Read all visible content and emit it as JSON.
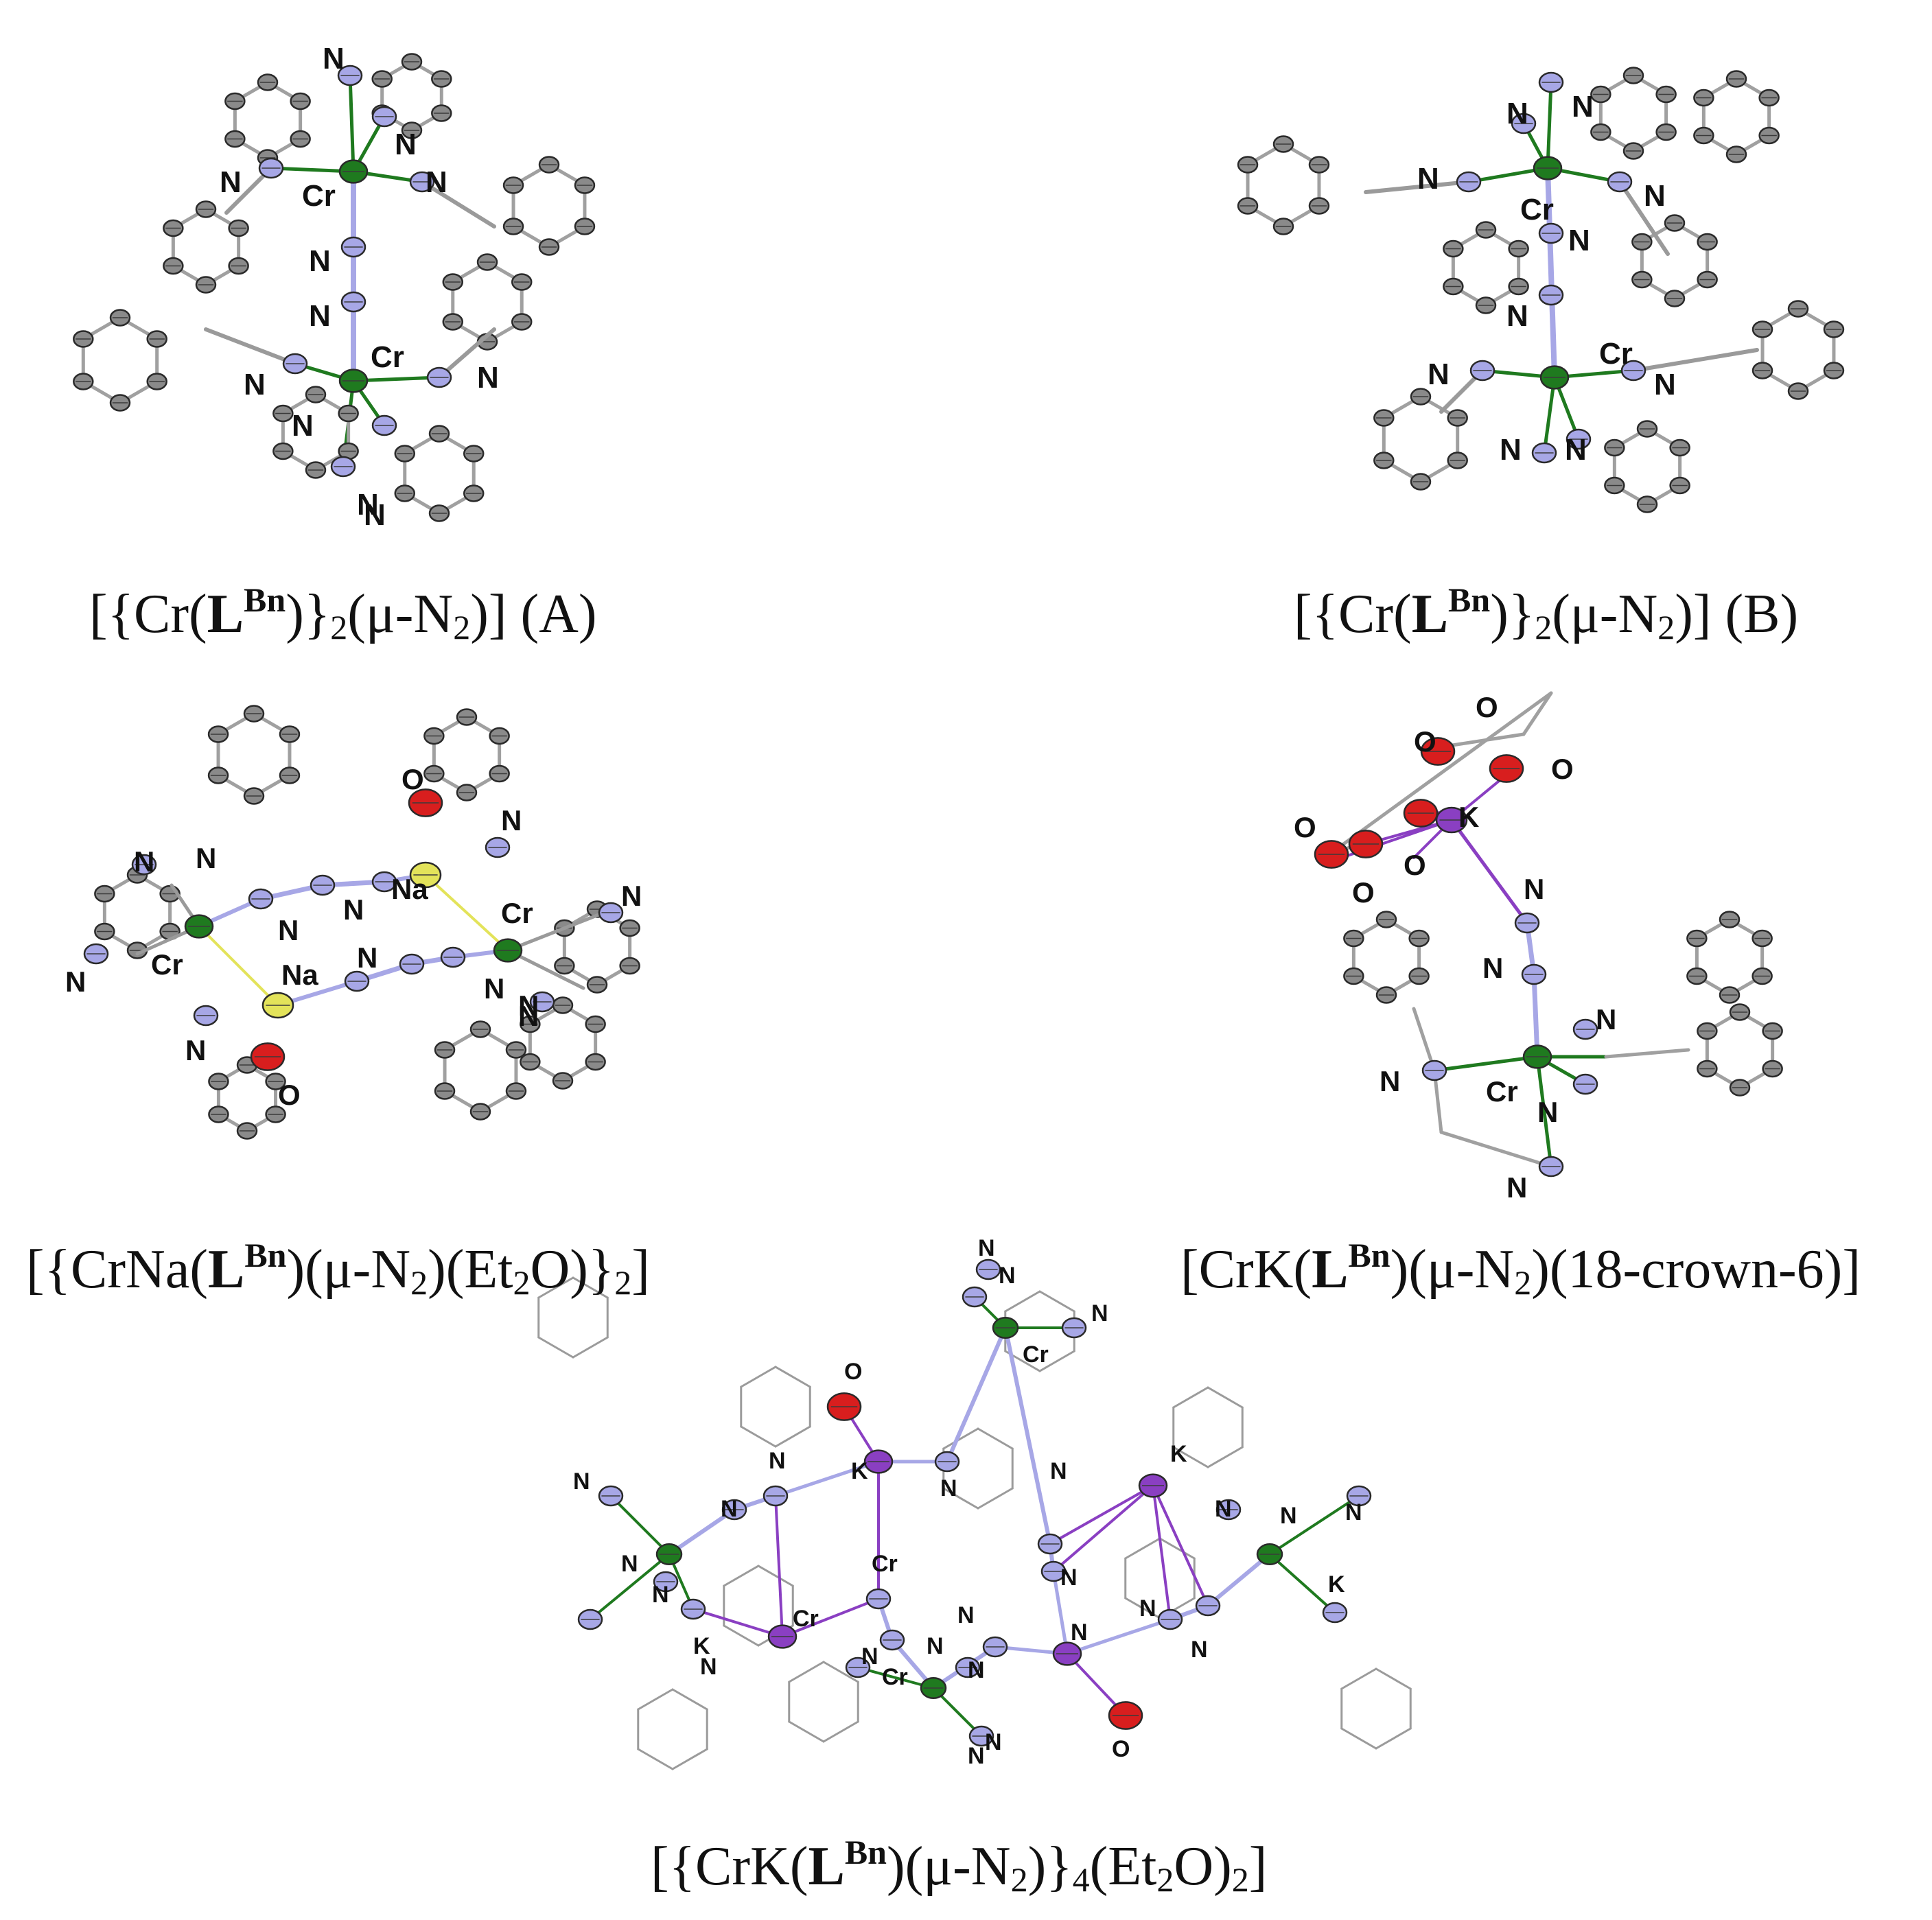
{
  "colors": {
    "carbon": "#8a8a8a",
    "nitrogen": "#a7a7e6",
    "chromium": "#1f7a1f",
    "sodium": "#e3e35a",
    "potassium": "#8a3fc2",
    "oxygen": "#d81e1e",
    "wire": "#9b9b9b"
  },
  "panels": [
    {
      "id": "A",
      "caption": {
        "prefix": "[{Cr(",
        "ligand": "L",
        "ligand_sup": "Bn",
        "middle": ")}",
        "sub1": "2",
        "rest1": "(μ-N",
        "sub2": "2",
        "rest2": ")] (A)"
      },
      "labels": [
        "N",
        "N",
        "N",
        "Cr",
        "N",
        "N",
        "N",
        "Cr",
        "N",
        "N",
        "N",
        "N",
        "N"
      ]
    },
    {
      "id": "B",
      "caption": {
        "prefix": "[{Cr(",
        "ligand": "L",
        "ligand_sup": "Bn",
        "middle": ")}",
        "sub1": "2",
        "rest1": "(μ-N",
        "sub2": "2",
        "rest2": ")] (B)"
      },
      "labels": [
        "N",
        "N",
        "N",
        "N",
        "Cr",
        "N",
        "N",
        "Cr",
        "N",
        "N",
        "N",
        "N"
      ]
    },
    {
      "id": "C",
      "caption": {
        "prefix": "[{CrNa(",
        "ligand": "L",
        "ligand_sup": "Bn",
        "middle": ")(μ-N",
        "sub1": "2",
        "rest1": ")(Et",
        "sub2": "2",
        "rest2": "O)}",
        "sub3": "2",
        "rest3": "]"
      },
      "labels": [
        "O",
        "N",
        "N",
        "Na",
        "N",
        "N",
        "Cr",
        "N",
        "N",
        "N",
        "Cr",
        "N",
        "Na",
        "N",
        "N",
        "N",
        "N",
        "O"
      ]
    },
    {
      "id": "D",
      "caption": {
        "prefix": "[CrK(",
        "ligand": "L",
        "ligand_sup": "Bn",
        "middle": ")(μ-N",
        "sub1": "2",
        "rest1": ")(18-crown-6)]",
        "sub2": "",
        "rest2": ""
      },
      "labels": [
        "O",
        "O",
        "O",
        "O",
        "K",
        "O",
        "O",
        "N",
        "N",
        "N",
        "N",
        "Cr",
        "N",
        "N"
      ]
    },
    {
      "id": "E",
      "caption": {
        "prefix": "[{CrK(",
        "ligand": "L",
        "ligand_sup": "Bn",
        "middle": ")(μ-N",
        "sub1": "2",
        "rest1": ")}",
        "sub2": "4",
        "rest2": "(Et",
        "sub3": "2",
        "rest3": "O)",
        "sub4": "2",
        "rest4": "]"
      },
      "labels": [
        "N",
        "N",
        "O",
        "N",
        "Cr",
        "K",
        "N",
        "N",
        "K",
        "N",
        "N",
        "N",
        "N",
        "N",
        "Cr",
        "N",
        "N",
        "N",
        "N",
        "K",
        "N",
        "Cr",
        "N",
        "N",
        "N",
        "K",
        "N",
        "N",
        "N",
        "Cr",
        "N",
        "N",
        "O",
        "N"
      ]
    }
  ]
}
